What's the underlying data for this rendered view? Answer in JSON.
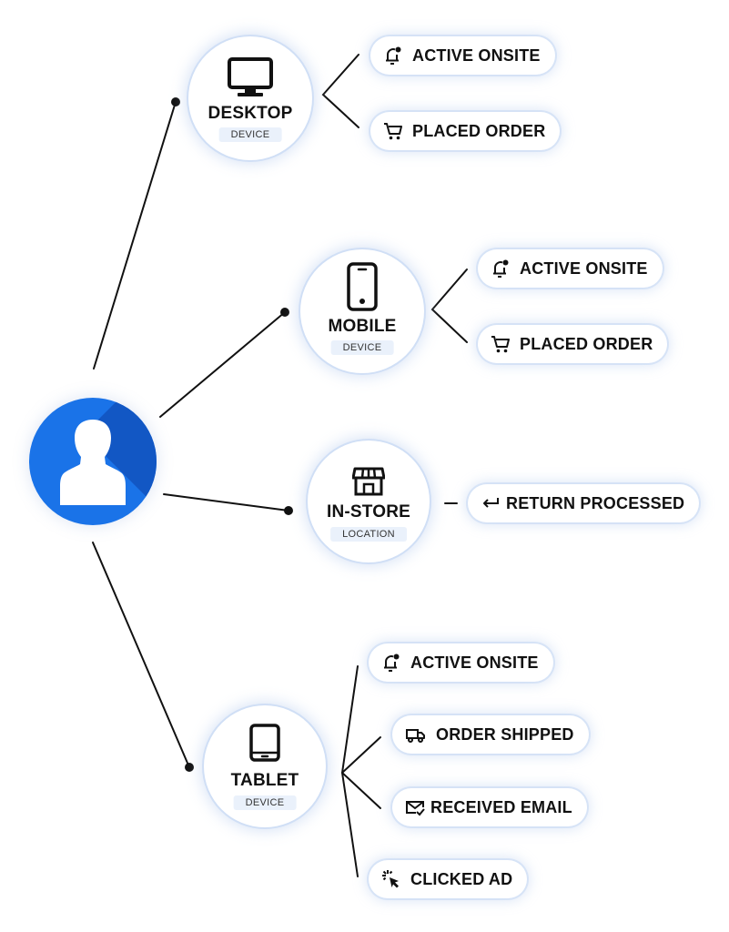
{
  "user": {
    "icon": "user-icon"
  },
  "nodes": {
    "desktop": {
      "title": "DESKTOP",
      "badge": "DEVICE",
      "icon": "monitor-icon"
    },
    "mobile": {
      "title": "MOBILE",
      "badge": "DEVICE",
      "icon": "smartphone-icon"
    },
    "instore": {
      "title": "IN-STORE",
      "badge": "LOCATION",
      "icon": "store-icon"
    },
    "tablet": {
      "title": "TABLET",
      "badge": "DEVICE",
      "icon": "tablet-icon"
    }
  },
  "events": {
    "desktop": [
      {
        "label": "ACTIVE ONSITE",
        "icon": "bell-notification-icon"
      },
      {
        "label": "PLACED ORDER",
        "icon": "cart-icon"
      }
    ],
    "mobile": [
      {
        "label": "ACTIVE ONSITE",
        "icon": "bell-notification-icon"
      },
      {
        "label": "PLACED ORDER",
        "icon": "cart-icon"
      }
    ],
    "instore": [
      {
        "label": "RETURN PROCESSED",
        "icon": "return-arrow-icon"
      }
    ],
    "tablet": [
      {
        "label": "ACTIVE ONSITE",
        "icon": "bell-notification-icon"
      },
      {
        "label": "ORDER SHIPPED",
        "icon": "truck-icon"
      },
      {
        "label": "RECEIVED EMAIL",
        "icon": "email-check-icon"
      },
      {
        "label": "CLICKED AD",
        "icon": "click-cursor-icon"
      }
    ]
  },
  "colors": {
    "avatar": "#1a73e8",
    "line": "#111111",
    "badge_bg": "#eaf1fb"
  }
}
